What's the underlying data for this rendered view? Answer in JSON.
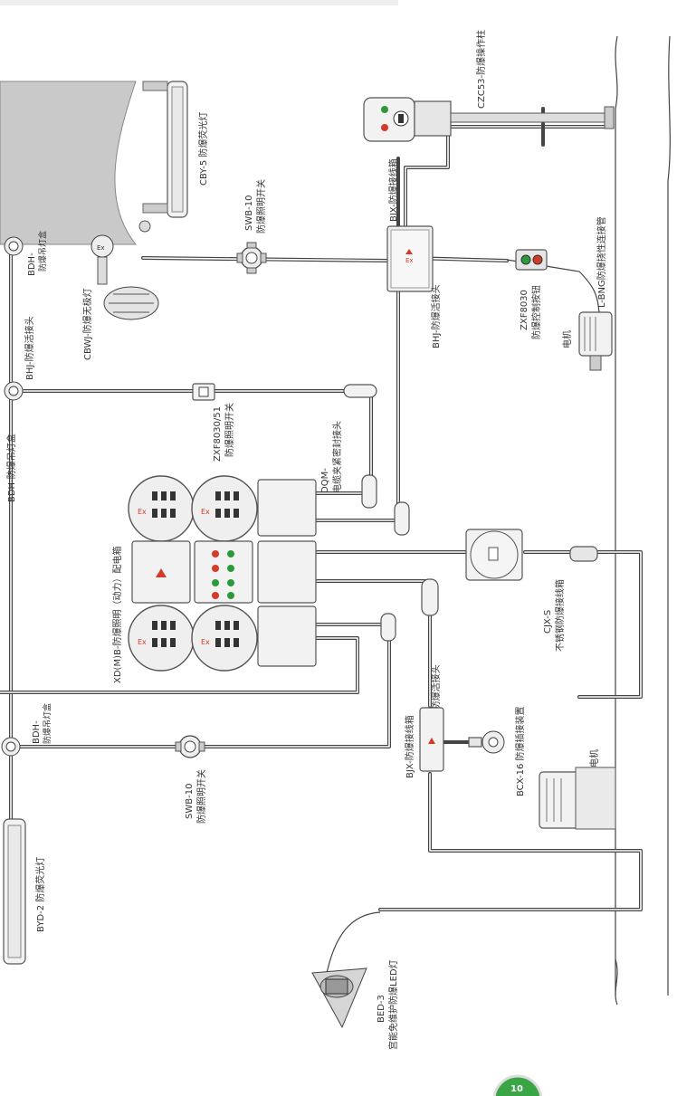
{
  "colors": {
    "ex_red": "#d43a2a",
    "lamp_green": "#2c9a3c",
    "badge_green": "#3aa545",
    "pipe": "#444444"
  },
  "labels": {
    "czc53": "CZC53-防爆操作柱",
    "cby5": "CBY-5 防爆荧光灯",
    "swb10_top": "SWB-10",
    "swb10_top_desc": "防爆照明开关",
    "bjx_top": "BJX-防爆接线箱",
    "bhj_top": "BHJ-防爆活接头",
    "zxf8030": "ZXF8030",
    "zxf8030_desc": "防爆控制按钮",
    "motor_top": "电机",
    "lbng": "L-BNG防爆挠性连接管",
    "bdh_top": "BDH-",
    "bdh_top_desc": "防爆吊灯盒",
    "cbwj": "CBWJ-防爆无极灯",
    "bhj_left": "BHJ-防爆活接头",
    "bdh_left": "BDH-防爆吊灯盒",
    "zxf8030_51": "ZXF8030/51",
    "zxf8030_51_desc": "防爆照明开关",
    "dqm": "DQM-",
    "dqm_desc": "电缆夹紧密封接头",
    "xd_panel": "XD(M)B-防爆照明（动力）配电箱",
    "cjx": "CJX-S",
    "cjx_desc": "不锈钢防爆接线箱",
    "bdh_bottom": "BDH-",
    "bdh_bottom_desc": "防爆吊灯盒",
    "swb10_bottom": "SWB-10",
    "swb10_bottom_desc": "防爆照明开关",
    "bhj_bottom": "BHJ-防爆活接头",
    "bjx_bottom": "BJX-防爆接线箱",
    "bcx16": "BCX-16 防爆插接装置",
    "motor_bottom": "电机",
    "byd2": "BYD-2 防爆荧光灯",
    "bed3": "BED-3",
    "bed3_desc": "宫能免维护防爆LED灯",
    "ex_mark": "Ex",
    "badge_num": "10"
  }
}
